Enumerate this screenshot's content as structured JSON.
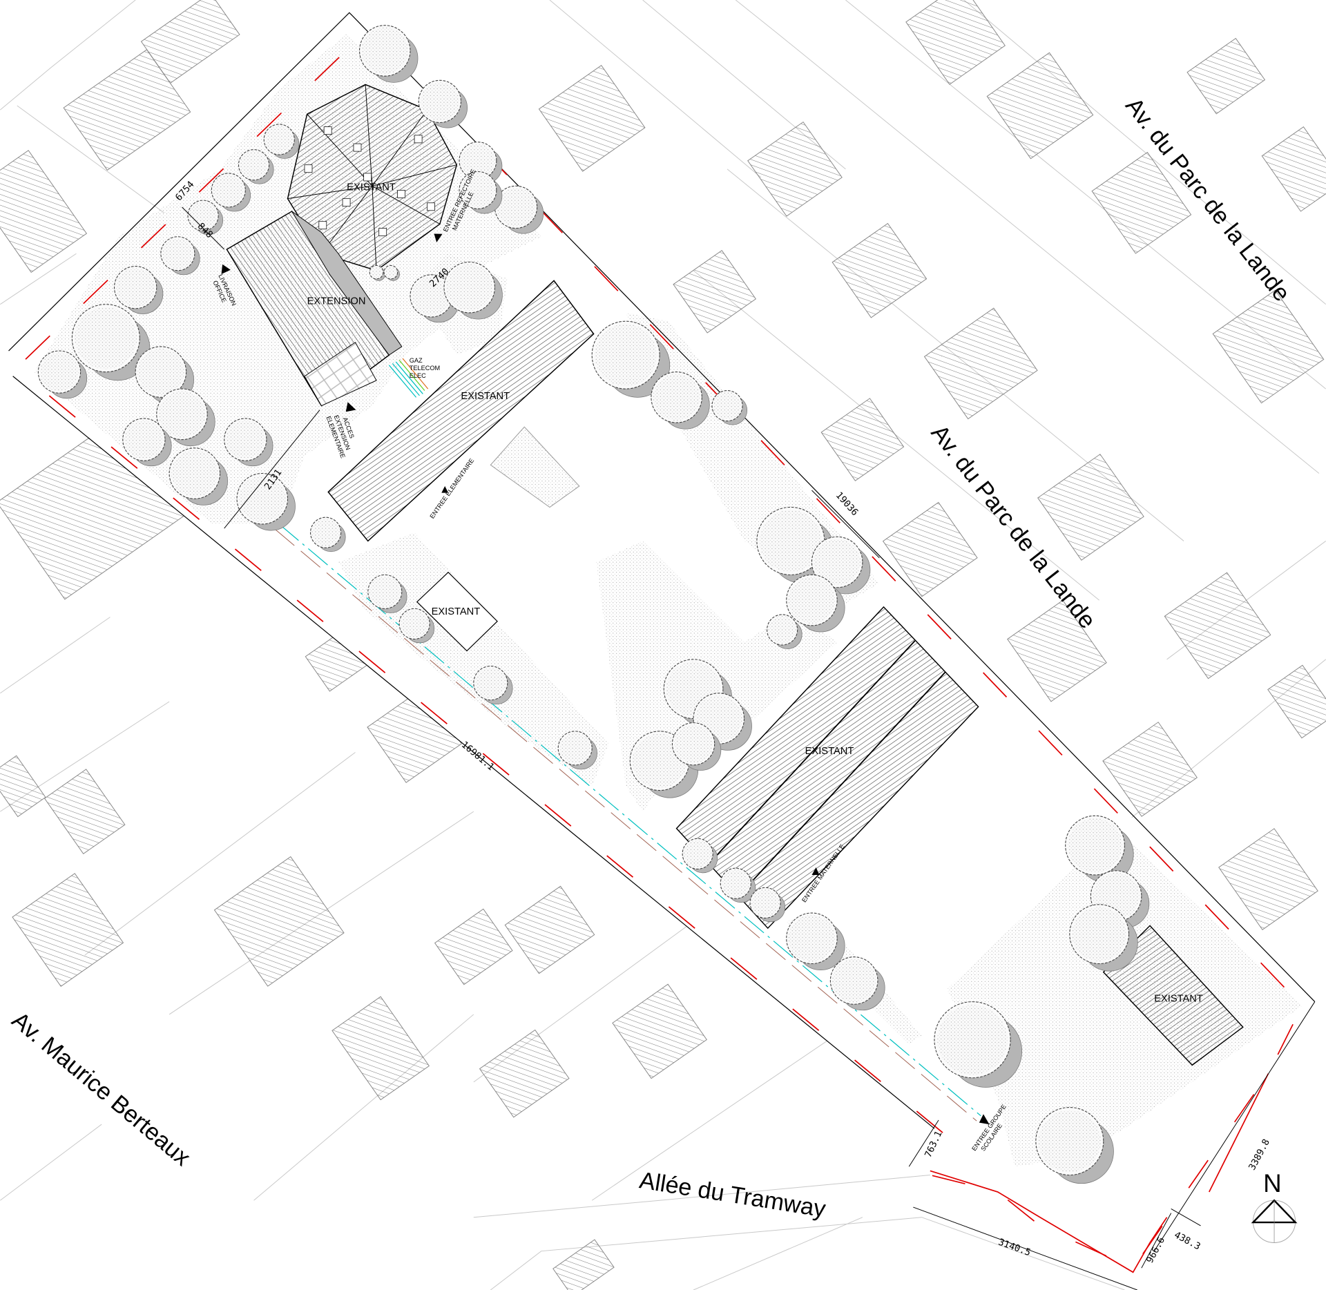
{
  "streets": {
    "parc_lande_1": "Av. du Parc de la Lande",
    "parc_lande_2": "Av. du Parc de la Lande",
    "maurice_berteaux": "Av. Maurice Berteaux",
    "tramway": "Allée du Tramway"
  },
  "buildings": {
    "hex": "EXISTANT",
    "extension": "EXTENSION",
    "long_bar": "EXISTANT",
    "small": "EXISTANT",
    "maternelle": "EXISTANT",
    "south_east": "EXISTANT"
  },
  "entrances": {
    "livraison": [
      "LIVRAISON",
      "OFFICE"
    ],
    "refectoire": [
      "ENTREE REFECTOIRE",
      "MATERNELLE"
    ],
    "acces": [
      "ACCES",
      "EXTENSION",
      "ELEMENTAIRE"
    ],
    "elementaire": "ENTREE ELEMENTAIRE",
    "maternelle": "ENTREE MATERNELLE",
    "groupe": [
      "ENTREE GROUPE",
      "SCOLAIRE"
    ]
  },
  "networks": [
    "GAZ",
    "TELECOM",
    "ELEC"
  ],
  "dimensions": {
    "d6754": "6754",
    "d848": "848",
    "d2740": "2740",
    "d2131": "2131",
    "d19036": "19036",
    "d16981": "16981.1",
    "d763": "763.1",
    "d3140": "3140.5",
    "d3389": "3389.8",
    "d966": "966.6",
    "d438": "438.3"
  },
  "north": "N",
  "colors": {
    "boundary": "#e00000",
    "hatch": "#555555",
    "tree_shadow": "#b5b5b5",
    "net_cyan": "#00c0c0",
    "net_green": "#60d020",
    "net_orange": "#e07020"
  }
}
